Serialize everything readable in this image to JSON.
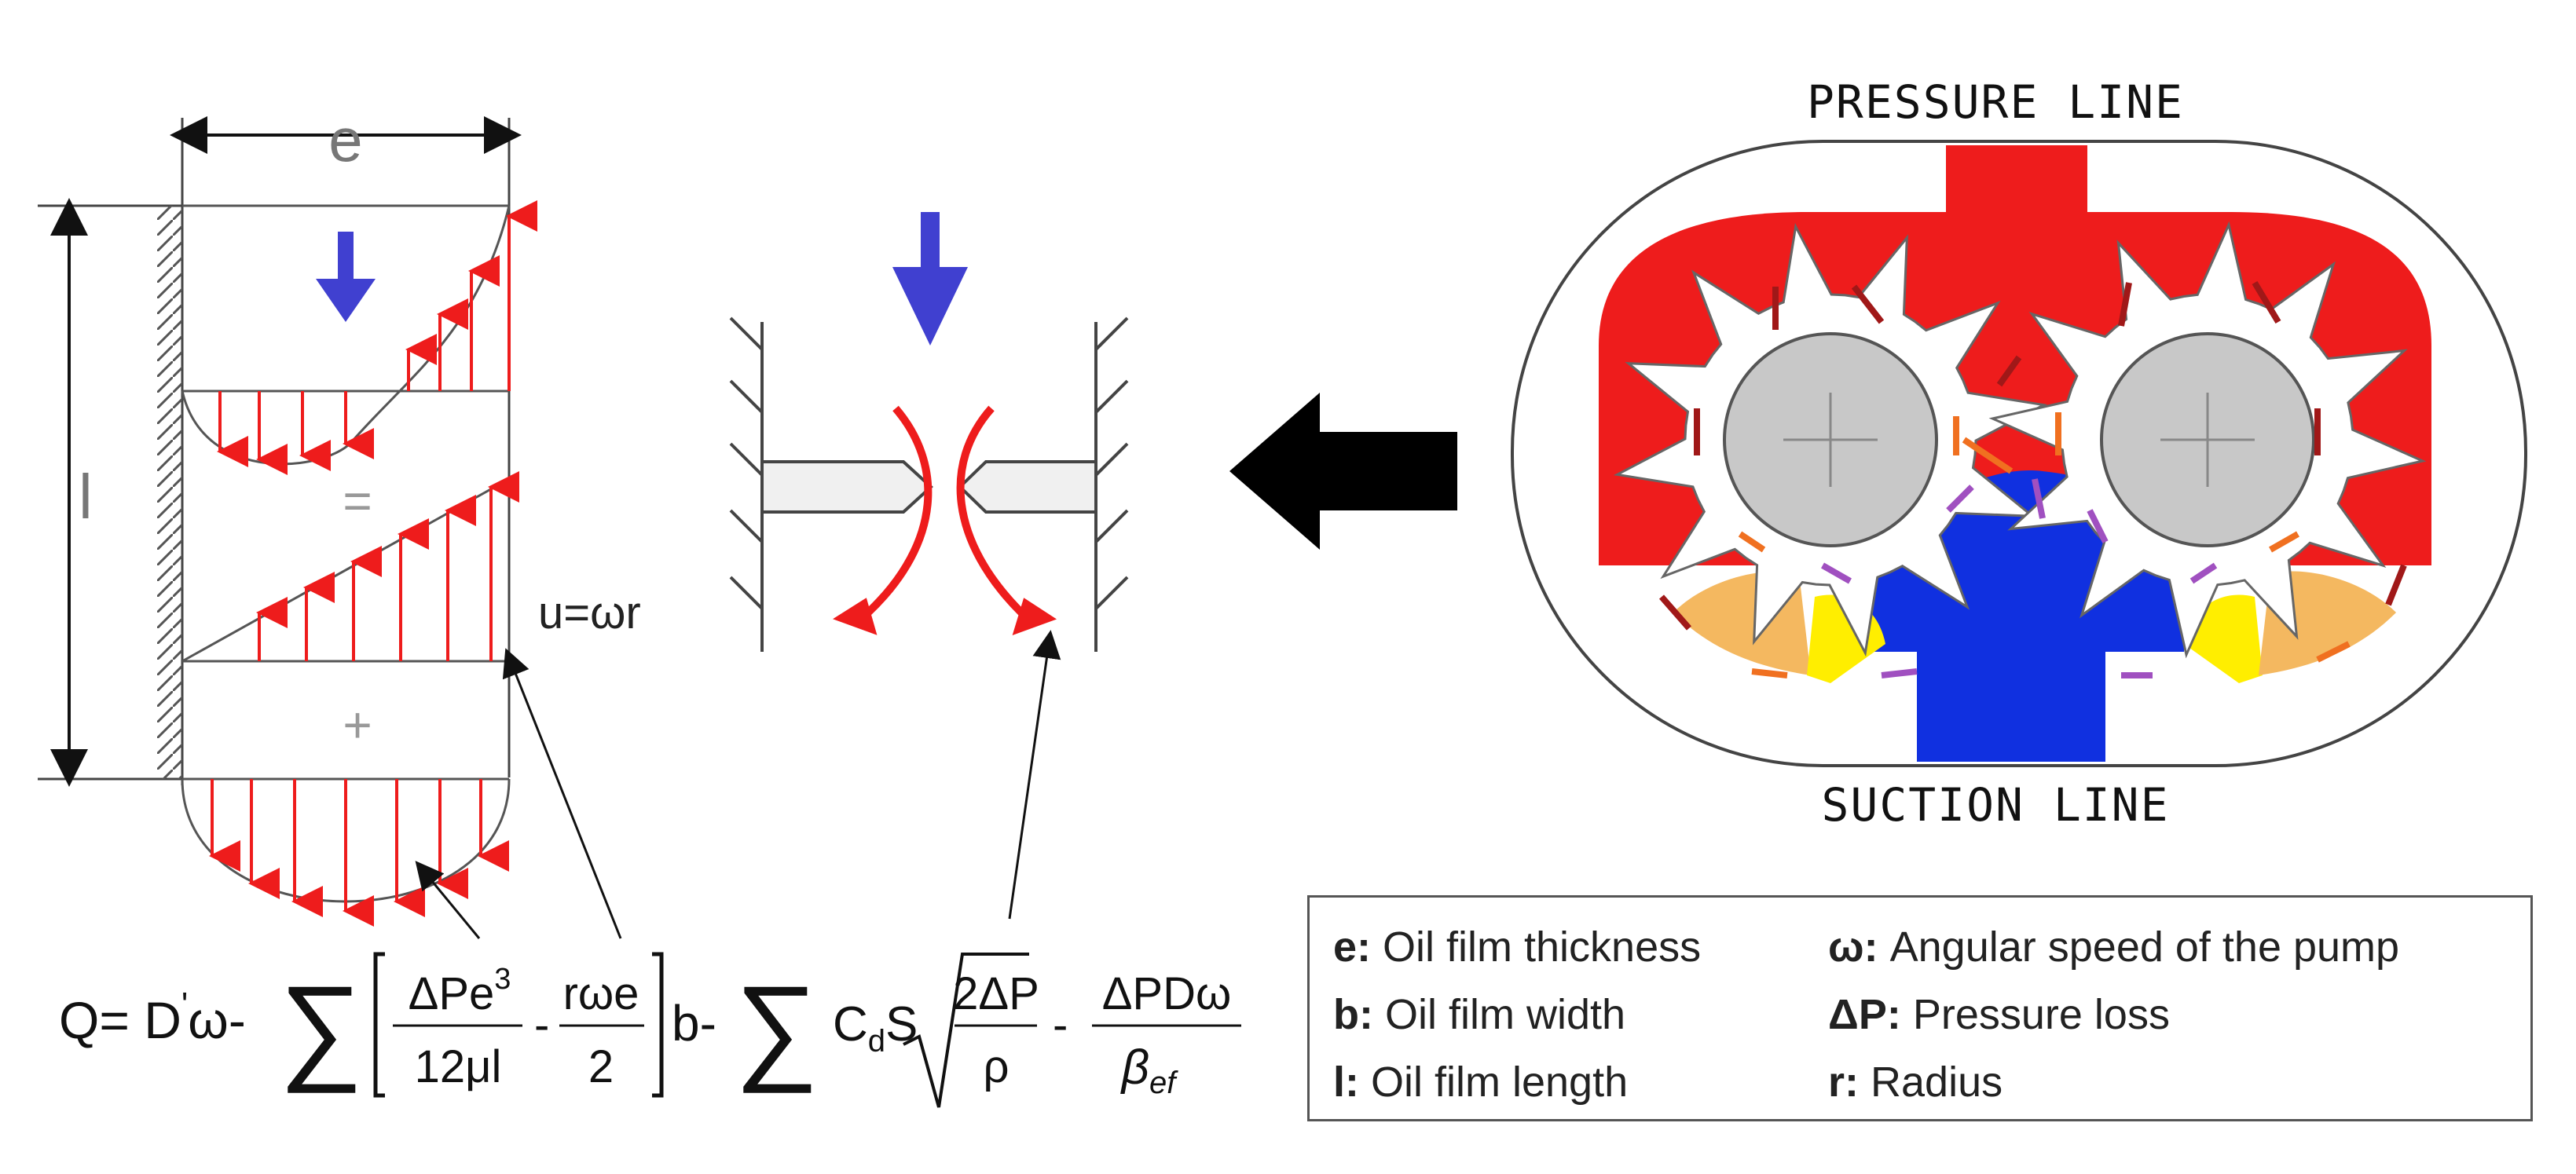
{
  "labels": {
    "pressure_line": "PRESSURE LINE",
    "suction_line": "SUCTION LINE",
    "film_thickness_symbol": "e",
    "film_length_symbol": "l",
    "velocity_label": "u=ωr",
    "region_minus": "=",
    "region_plus": "+"
  },
  "formula": {
    "lhs": "Q= D",
    "prime": "'",
    "omega": "ω-",
    "sum": "∑",
    "num1": "ΔPe",
    "num1_exp": "3",
    "den1": "12μl",
    "minus1": "-",
    "num2": "rωe",
    "den2": "2",
    "after_bracket": "b-",
    "cds": "C",
    "cds_sub": "d",
    "s": "S",
    "num3": "2ΔP",
    "den3": "ρ",
    "minus2": "-",
    "num4": "ΔPDω",
    "den4": "β",
    "den4_sub": "ef"
  },
  "legend": {
    "items": [
      {
        "key": "e:",
        "text": "Oil film thickness"
      },
      {
        "key": "b:",
        "text": "Oil film width"
      },
      {
        "key": "l:",
        "text": "Oil film length"
      },
      {
        "key": "ω:",
        "text": "Angular speed of the pump"
      },
      {
        "key": "ΔP:",
        "text": "Pressure loss"
      },
      {
        "key": "r:",
        "text": "Radius"
      }
    ]
  },
  "colors": {
    "pressure": "#ee1c1c",
    "suction": "#1030e0",
    "arrow_blue": "#4040d0",
    "gear_hub": "#c8c8c8",
    "pocket_light": "#f4b860",
    "pocket_yellow": "#ffee00",
    "arrow_dark_red": "#a01818",
    "arrow_orange": "#f07020",
    "arrow_purple": "#a050c0"
  }
}
